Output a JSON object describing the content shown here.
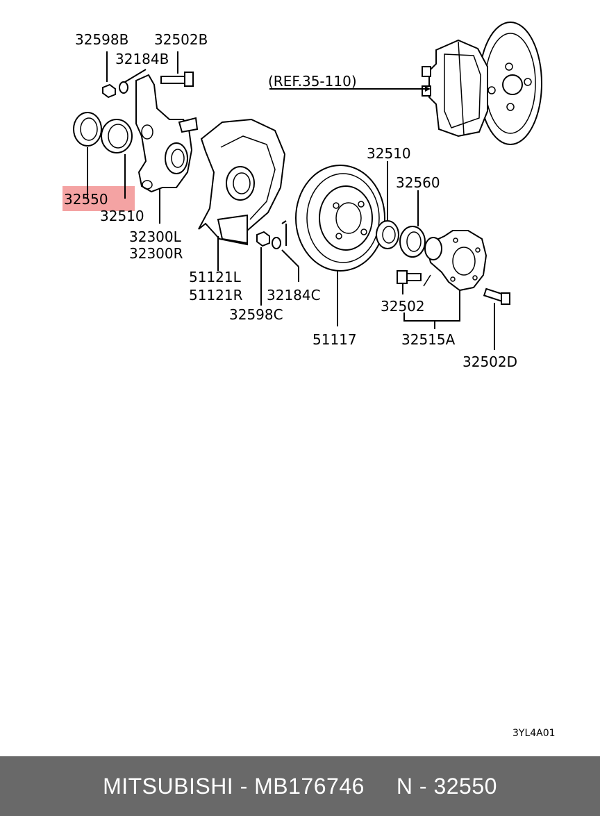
{
  "diagram": {
    "reference": "(REF.35-110)",
    "code": "3YL4A01",
    "highlight_color": "#f4a3a3",
    "labels": {
      "p32598B": "32598B",
      "p32502B": "32502B",
      "p32184B": "32184B",
      "p32550": "32550",
      "p32510_left": "32510",
      "p32300L": "32300L",
      "p32300R": "32300R",
      "p51121L": "51121L",
      "p51121R": "51121R",
      "p32598C": "32598C",
      "p32184C": "32184C",
      "p51117": "51117",
      "p32510_right": "32510",
      "p32560": "32560",
      "p32502": "32502",
      "p32515A": "32515A",
      "p32502D": "32502D"
    }
  },
  "footer": {
    "brand": "MITSUBISHI - MB176746",
    "number": "N - 32550",
    "background": "#696969"
  }
}
